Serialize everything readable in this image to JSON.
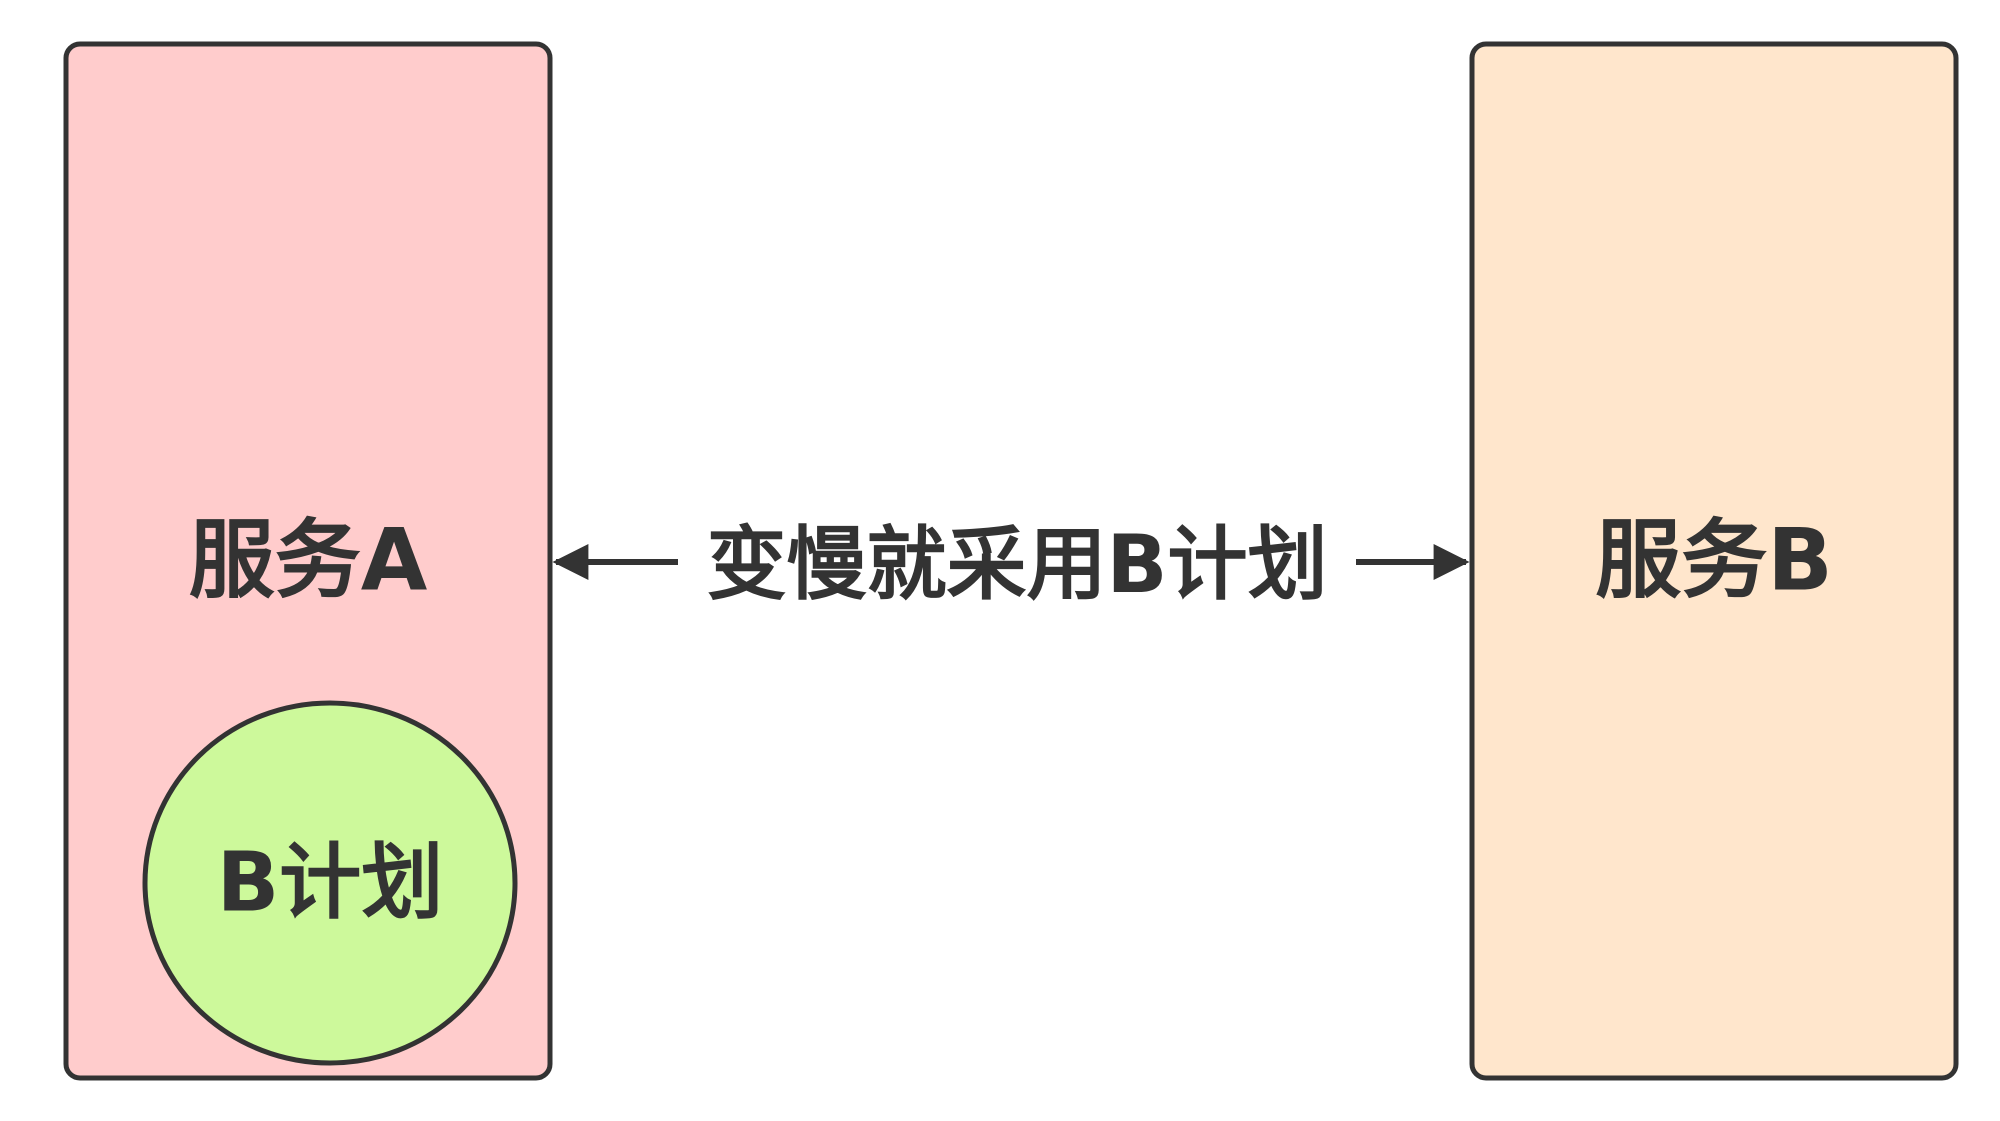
{
  "nodes": {
    "service_a": {
      "label": "服务A",
      "fill": "#ffcccc",
      "stroke": "#333333"
    },
    "service_b": {
      "label": "服务B",
      "fill": "#ffe6cc",
      "stroke": "#333333"
    },
    "plan_b": {
      "label": "B计划",
      "fill": "#cdf99b",
      "stroke": "#333333"
    }
  },
  "edges": [
    {
      "from": "service_a",
      "to": "service_b",
      "direction": "bidirectional",
      "label": "变慢就采用B计划",
      "color": "#333333"
    }
  ]
}
